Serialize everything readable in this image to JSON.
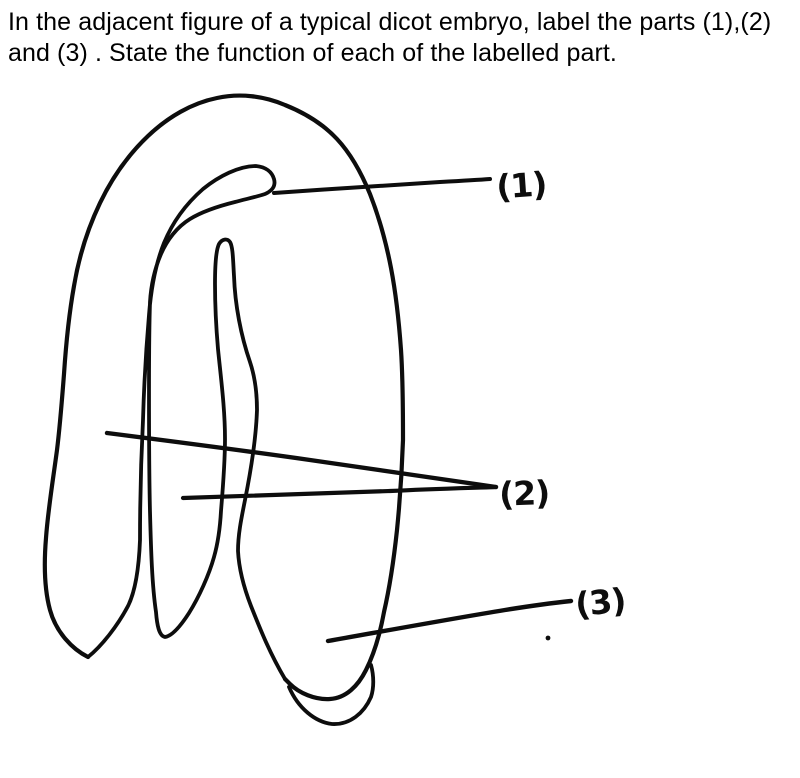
{
  "question": {
    "line1": "In the adjacent figure of a typical dicot embryo, label the parts (1),(2)",
    "line2": "and (3) . State the function of each of the labelled part."
  },
  "figure": {
    "ink_color": "#0d0d0d",
    "background_color": "#ffffff",
    "labels": [
      {
        "text": "(1)"
      },
      {
        "text": "(2)"
      },
      {
        "text": "(3)"
      }
    ]
  }
}
